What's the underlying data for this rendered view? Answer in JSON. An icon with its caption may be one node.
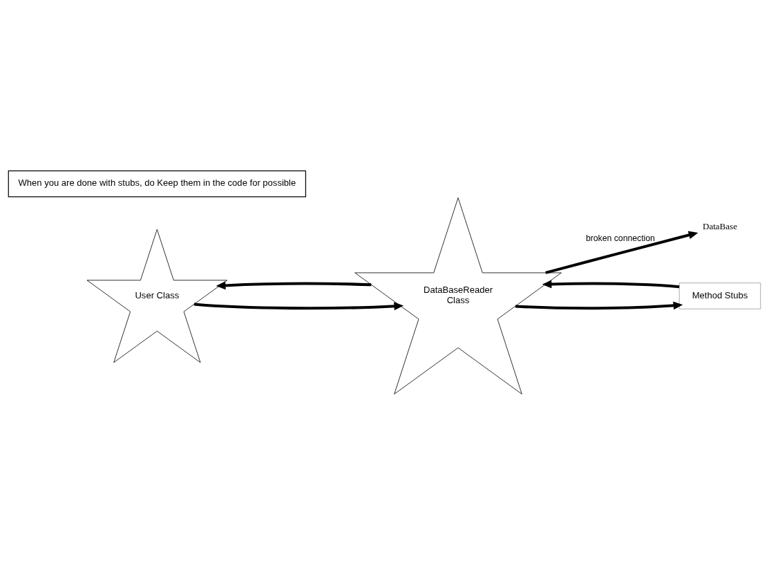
{
  "diagram": {
    "nodes": [
      {
        "text": [
          "User Class"
        ]
      },
      {
        "text": [
          "DataBaseReader",
          "Class"
        ]
      },
      {
        "text": [
          "DataBase"
        ]
      },
      {
        "text": [
          "Method Stubs"
        ]
      },
      {
        "text": [
          "When you are done with stubs, do Keep them in the code for possible"
        ]
      }
    ],
    "edges": [
      {
        "from": 0,
        "to": 1,
        "arrow": "to"
      },
      {
        "from": 1,
        "to": 0,
        "arrow": "to"
      },
      {
        "from": 1,
        "to": 2,
        "arrow": "to",
        "label": "broken connection"
      },
      {
        "from": 3,
        "to": 1,
        "arrow": "to"
      },
      {
        "from": 1,
        "to": 3,
        "arrow": "to"
      }
    ]
  }
}
